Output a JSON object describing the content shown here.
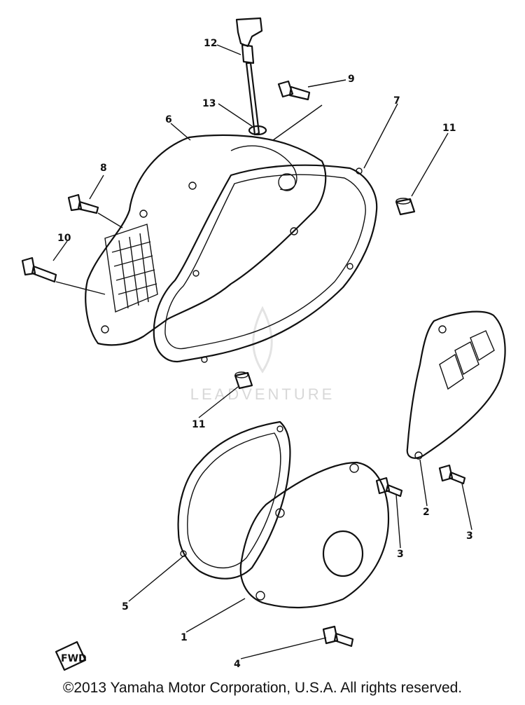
{
  "watermark": {
    "text": "LEADVENTURE"
  },
  "callouts": {
    "1": "1",
    "2": "2",
    "3a": "3",
    "3b": "3",
    "4": "4",
    "5": "5",
    "6": "6",
    "7": "7",
    "8": "8",
    "9": "9",
    "10": "10",
    "11a": "11",
    "11b": "11",
    "12": "12",
    "13": "13"
  },
  "fwd_label": "FWD",
  "copyright": "©2013 Yamaha Motor Corporation, U.S.A. All rights reserved."
}
